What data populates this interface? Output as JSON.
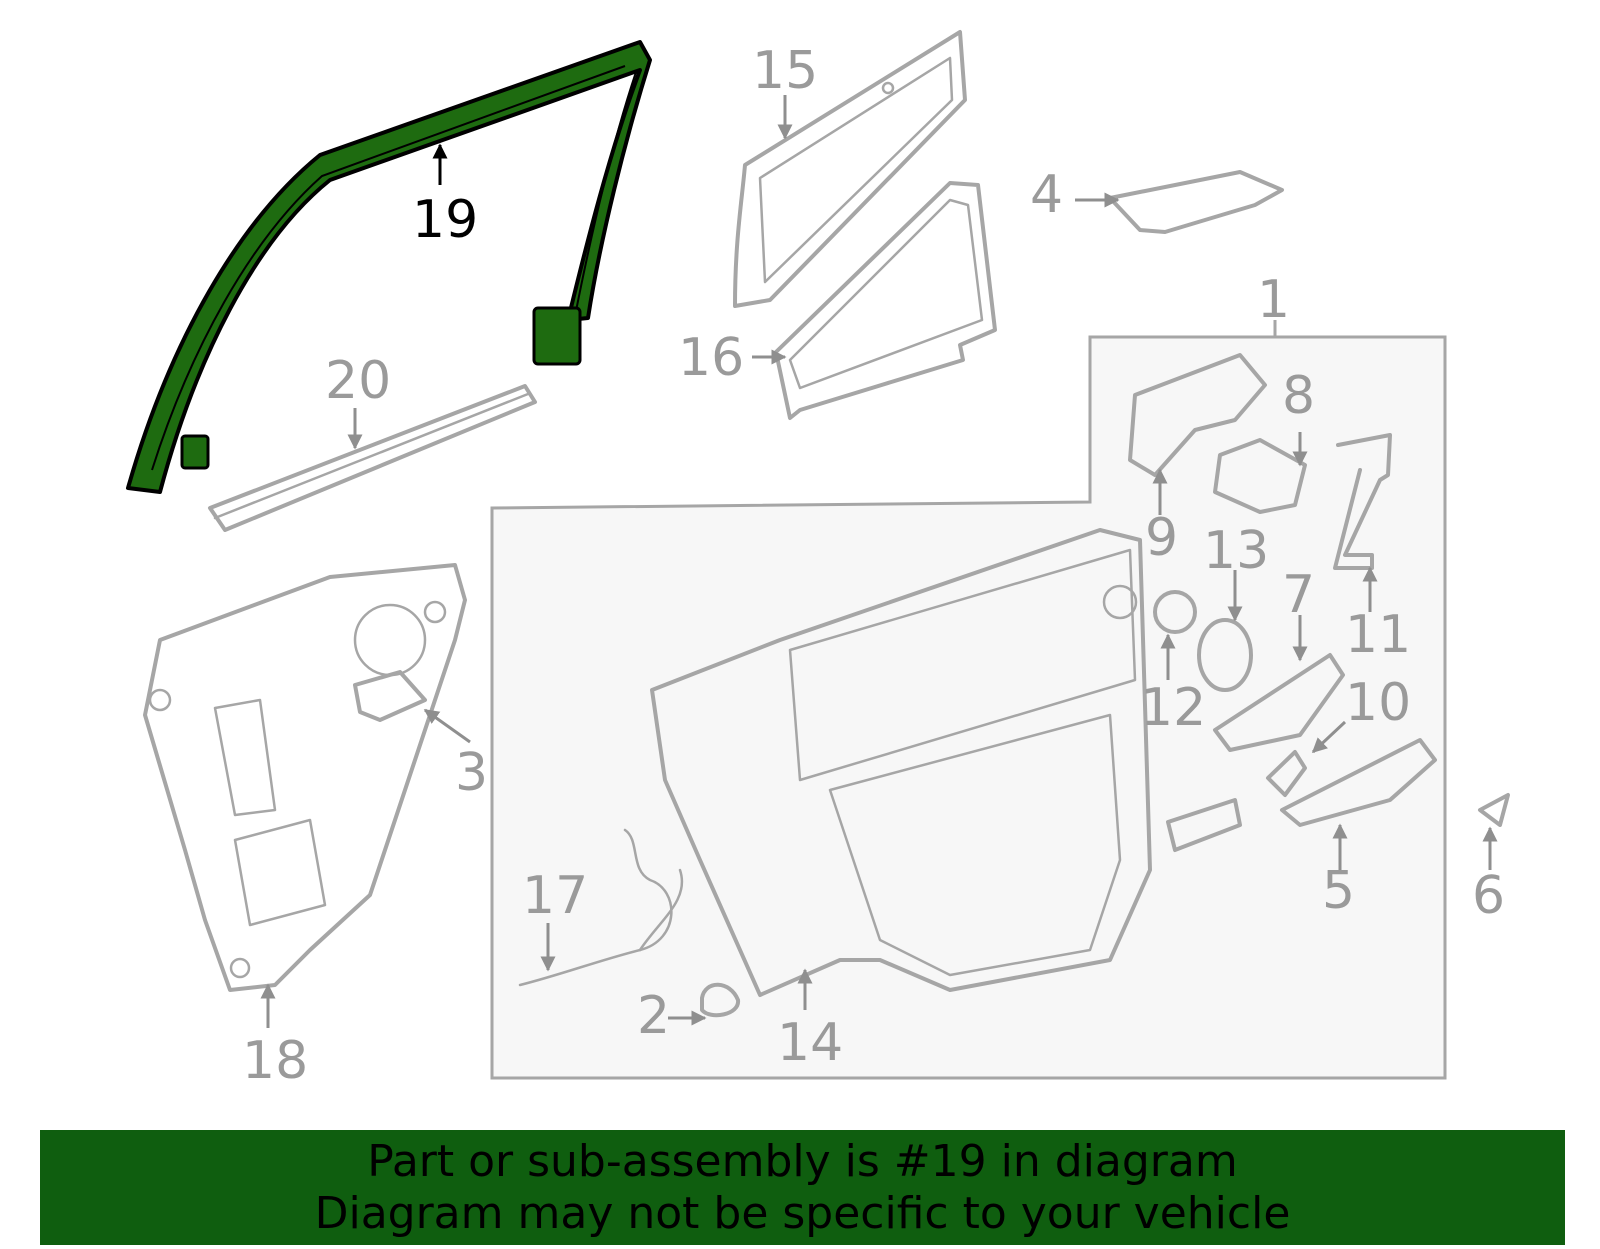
{
  "diagram": {
    "highlight_color": "#1e6b10",
    "part_color": "#a6a6a6",
    "highlighted_part": "19",
    "callouts": [
      "1",
      "2",
      "3",
      "4",
      "5",
      "6",
      "7",
      "8",
      "9",
      "10",
      "11",
      "12",
      "13",
      "14",
      "15",
      "16",
      "17",
      "18",
      "19",
      "20"
    ]
  },
  "banner": {
    "background": "#0f5e0f",
    "line1": "Part or sub-assembly is #19 in diagram",
    "line2": "Diagram may not be specific to your vehicle"
  }
}
